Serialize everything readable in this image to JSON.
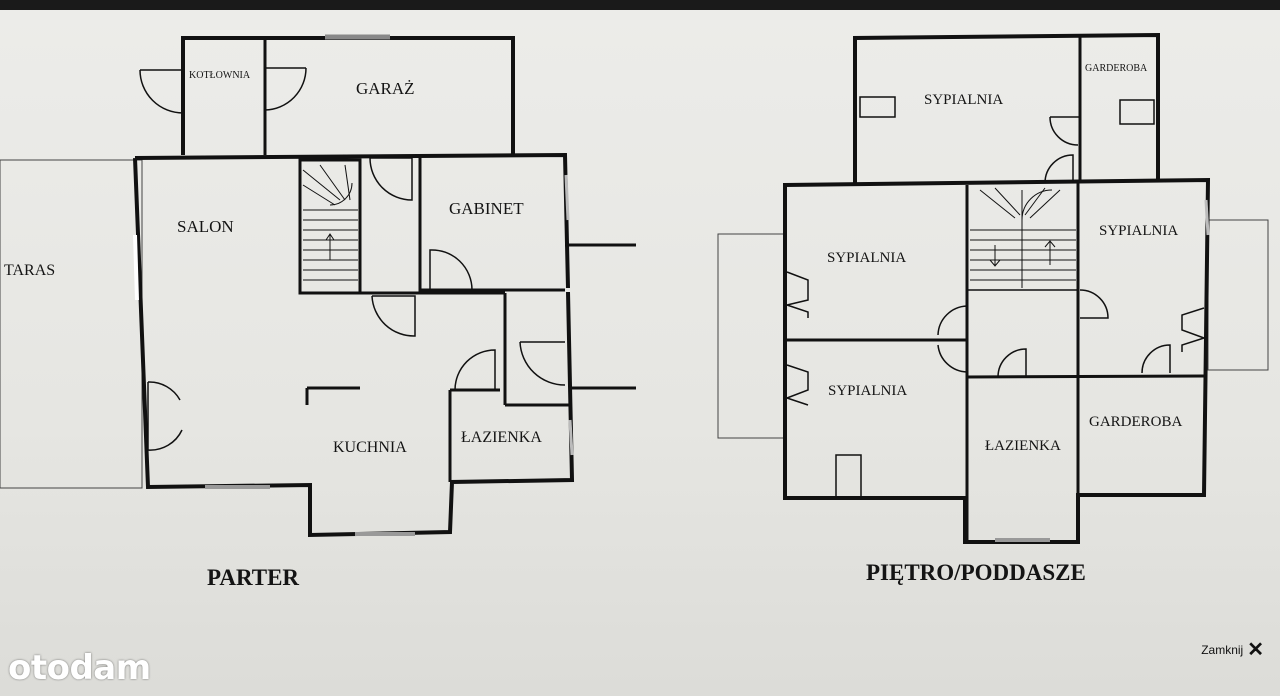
{
  "floor_plans": {
    "ground": {
      "title": "PARTER",
      "rooms": {
        "taras": "TARAS",
        "kotlownia": "KOTŁOWNIA",
        "garaz": "GARAŻ",
        "salon": "SALON",
        "gabinet": "GABINET",
        "kuchnia": "KUCHNIA",
        "lazienka": "ŁAZIENKA"
      }
    },
    "upper": {
      "title": "PIĘTRO/PODDASZE",
      "rooms": {
        "sypialnia_top": "SYPIALNIA",
        "garderoba_top": "GARDEROBA",
        "sypialnia_left": "SYPIALNIA",
        "sypialnia_right": "SYPIALNIA",
        "sypialnia_bottom": "SYPIALNIA",
        "lazienka": "ŁAZIENKA",
        "garderoba_bottom": "GARDEROBA"
      }
    }
  },
  "viewer": {
    "close_label": "Zamknij",
    "close_icon": "close-x-icon"
  },
  "branding": {
    "logo_text": "otodam"
  }
}
